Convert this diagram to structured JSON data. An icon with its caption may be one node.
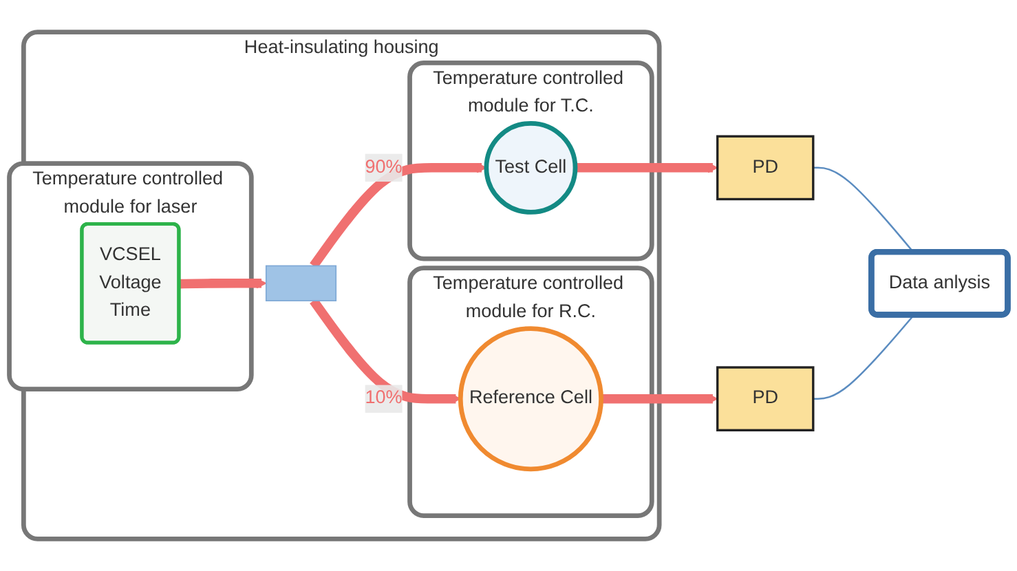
{
  "diagram": {
    "nodes": [
      {
        "text": [
          "PD"
        ]
      },
      {
        "text": [
          "Heat-insulating housing"
        ]
      },
      {
        "text": [
          "Temperature controlled module for T.C."
        ],
        "in": 1
      },
      {
        "text": [
          "Test Cell"
        ],
        "in": 2
      },
      {
        "text": [
          "Temperature controlled module for laser"
        ],
        "in": 1
      },
      {
        "text": [
          "VCSEL",
          "Voltage",
          "Time"
        ],
        "in": 4
      },
      {
        "text": [],
        "shape": "box",
        "in": 1
      },
      {
        "text": [
          "Temperature controlled module for R.C."
        ],
        "in": 1
      },
      {
        "text": [
          "Reference Cell"
        ],
        "in": 7
      },
      {
        "text": [
          "PD"
        ]
      },
      {
        "text": [
          "Data anlysis"
        ]
      }
    ],
    "edges": [
      {
        "from": 5,
        "to": 6,
        "arrow": "to"
      },
      {
        "from": 6,
        "to": 3,
        "arrow": "to",
        "label": "90%"
      },
      {
        "from": 3,
        "to": 0,
        "arrow": "to"
      },
      {
        "from": 6,
        "to": 8,
        "arrow": "to",
        "label": "10%"
      },
      {
        "from": 8,
        "to": 9,
        "arrow": "to"
      },
      {
        "from": 0,
        "to": 10,
        "arrow": "none",
        "color": "#5b8cc0"
      },
      {
        "from": 9,
        "to": 10,
        "arrow": "none",
        "color": "#5b8cc0"
      }
    ]
  }
}
